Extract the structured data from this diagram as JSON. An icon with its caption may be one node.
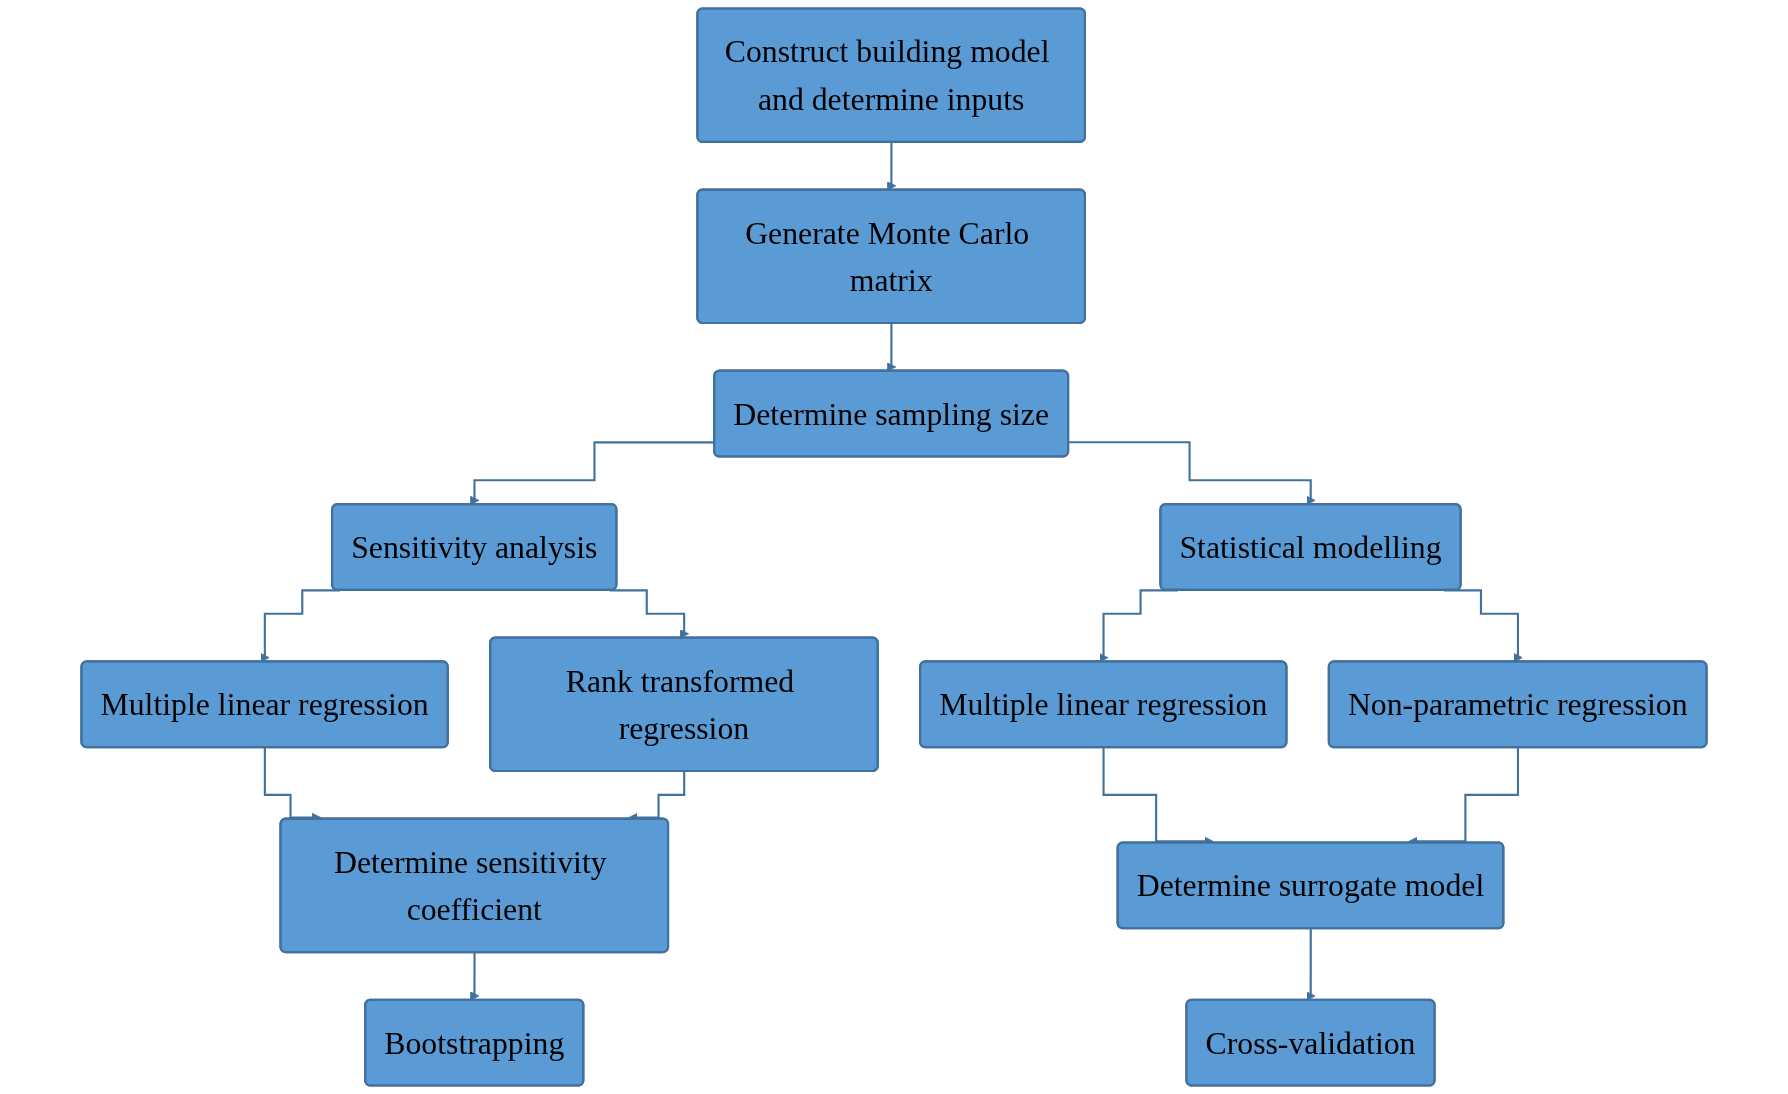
{
  "diagram": {
    "nodes": [
      {
        "text": [
          "Construct building model and determine inputs"
        ]
      },
      {
        "text": [
          "Generate Monte Carlo matrix"
        ]
      },
      {
        "text": [
          "Determine sampling size"
        ]
      },
      {
        "text": [
          "Sensitivity analysis"
        ]
      },
      {
        "text": [
          "Statistical modelling"
        ]
      },
      {
        "text": [
          "Multiple linear regression"
        ]
      },
      {
        "text": [
          "Rank transformed regression"
        ]
      },
      {
        "text": [
          "Multiple linear regression"
        ]
      },
      {
        "text": [
          "Non-parametric regression"
        ]
      },
      {
        "text": [
          "Determine sensitivity coefficient"
        ]
      },
      {
        "text": [
          "Determine surrogate model"
        ]
      },
      {
        "text": [
          "Bootstrapping"
        ]
      },
      {
        "text": [
          "Cross-validation"
        ]
      }
    ],
    "edges": [
      {
        "from": 0,
        "to": 1,
        "arrow": "to"
      },
      {
        "from": 1,
        "to": 2,
        "arrow": "to"
      },
      {
        "from": 2,
        "to": 3,
        "arrow": "to"
      },
      {
        "from": 2,
        "to": 4,
        "arrow": "to"
      },
      {
        "from": 3,
        "to": 5,
        "arrow": "to"
      },
      {
        "from": 3,
        "to": 6,
        "arrow": "to"
      },
      {
        "from": 4,
        "to": 7,
        "arrow": "to"
      },
      {
        "from": 4,
        "to": 8,
        "arrow": "to"
      },
      {
        "from": 5,
        "to": 9,
        "arrow": "to"
      },
      {
        "from": 6,
        "to": 9,
        "arrow": "to"
      },
      {
        "from": 7,
        "to": 10,
        "arrow": "to"
      },
      {
        "from": 8,
        "to": 10,
        "arrow": "to"
      },
      {
        "from": 9,
        "to": 11,
        "arrow": "to"
      },
      {
        "from": 10,
        "to": 12,
        "arrow": "to"
      }
    ]
  }
}
